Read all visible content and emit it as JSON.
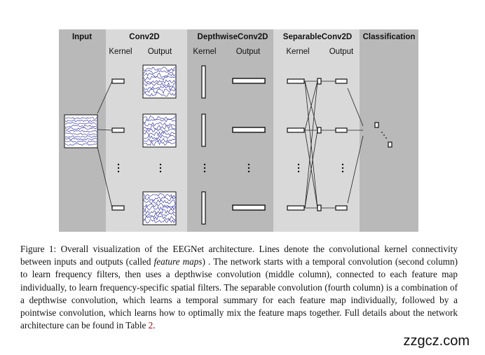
{
  "figure": {
    "columns": {
      "input": "Input",
      "conv2d": "Conv2D",
      "depthwise": "DepthwiseConv2D",
      "separable": "SeparableConv2D",
      "classification": "Classification"
    },
    "subheaders": {
      "kernel": "Kernel",
      "output": "Output"
    },
    "colors": {
      "band_dark": "#b9b9b9",
      "band_light": "#d9d9d9",
      "signal": "#3b3fa8"
    }
  },
  "caption": {
    "label": "Figure 1:",
    "part1": " Overall visualization of the EEGNet architecture. Lines denote the convolutional kernel connectivity between inputs and outputs (called ",
    "emph": "feature maps",
    "part2": ") . The network starts with a temporal convolution (second column) to learn frequency filters, then uses a depthwise convolution (middle column), connected to each feature map individually, to learn frequency-specific spatial filters. The separable convolution (fourth column) is a combination of a depthwise convolution, which learns a temporal summary for each feature map individually, followed by a pointwise convolution, which learns how to optimally mix the feature maps together. Full details about the network architecture can be found in Table ",
    "ref": "2",
    "end": "."
  },
  "watermark": "zzgcz.com"
}
